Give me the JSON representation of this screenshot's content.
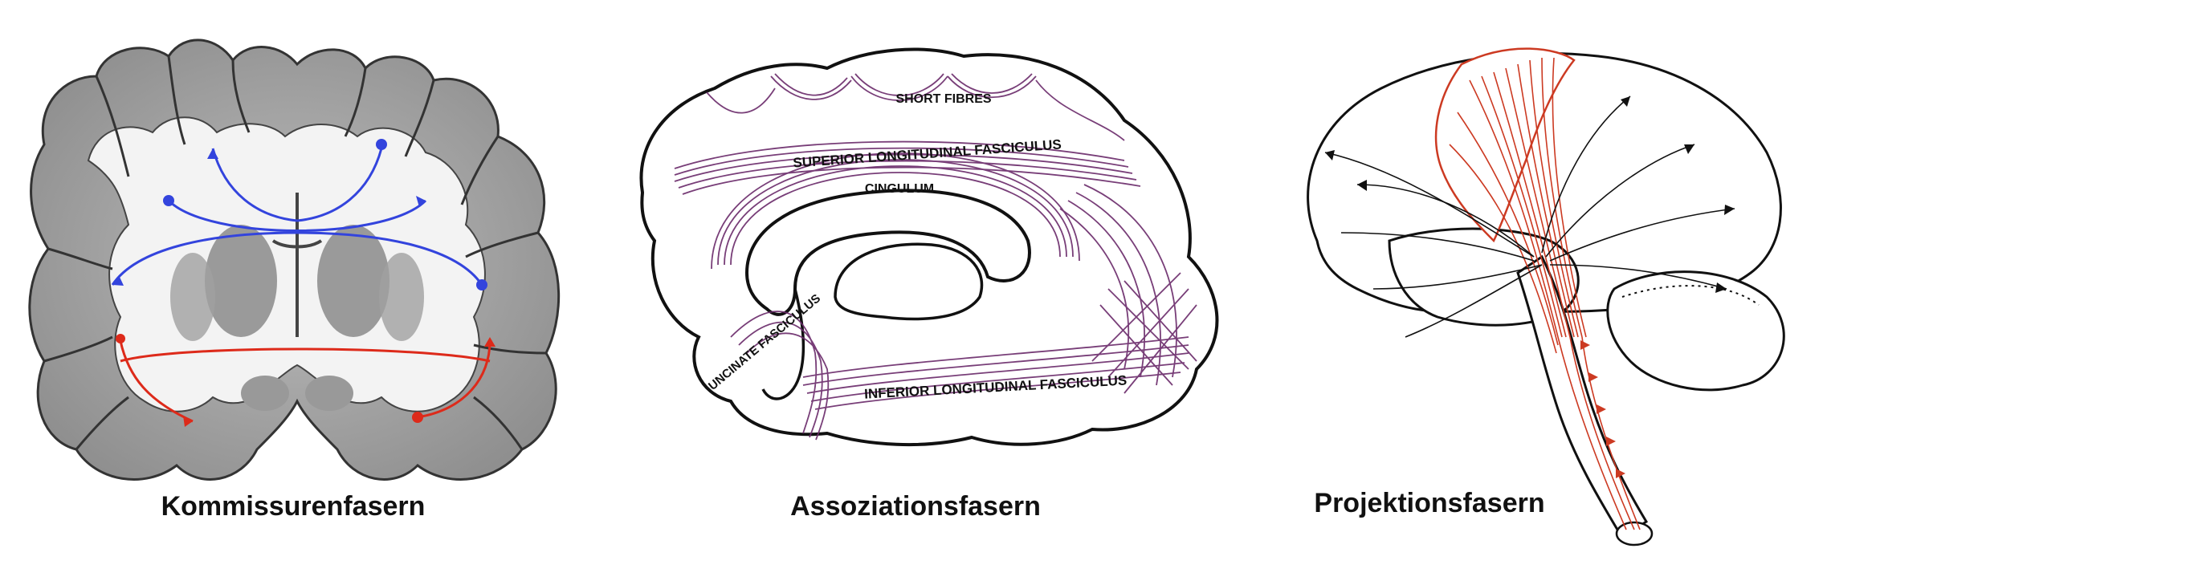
{
  "panels": {
    "commissural": {
      "caption": "Kommissurenfasern",
      "colors": {
        "upper_fibers": "#3344dd",
        "lower_fibers": "#dd2a1a",
        "tissue": "#9a9a9a",
        "white_matter": "#f2f2f2"
      }
    },
    "association": {
      "caption": "Assoziationsfasern",
      "labels": {
        "short_fibres": "SHORT FIBRES",
        "superior_longitudinal": "SUPERIOR LONGITUDINAL FASCICULUS",
        "cingulum": "CINGULUM",
        "uncinate": "UNCINATE FASCICULUS",
        "inferior_longitudinal": "INFERIOR LONGITUDINAL FASCICULUS"
      },
      "colors": {
        "fibers": "#6a2a6a"
      }
    },
    "projection": {
      "caption": "Projektionsfasern",
      "colors": {
        "red_fibers": "#cc3a22",
        "black_fibers": "#111111"
      }
    }
  }
}
